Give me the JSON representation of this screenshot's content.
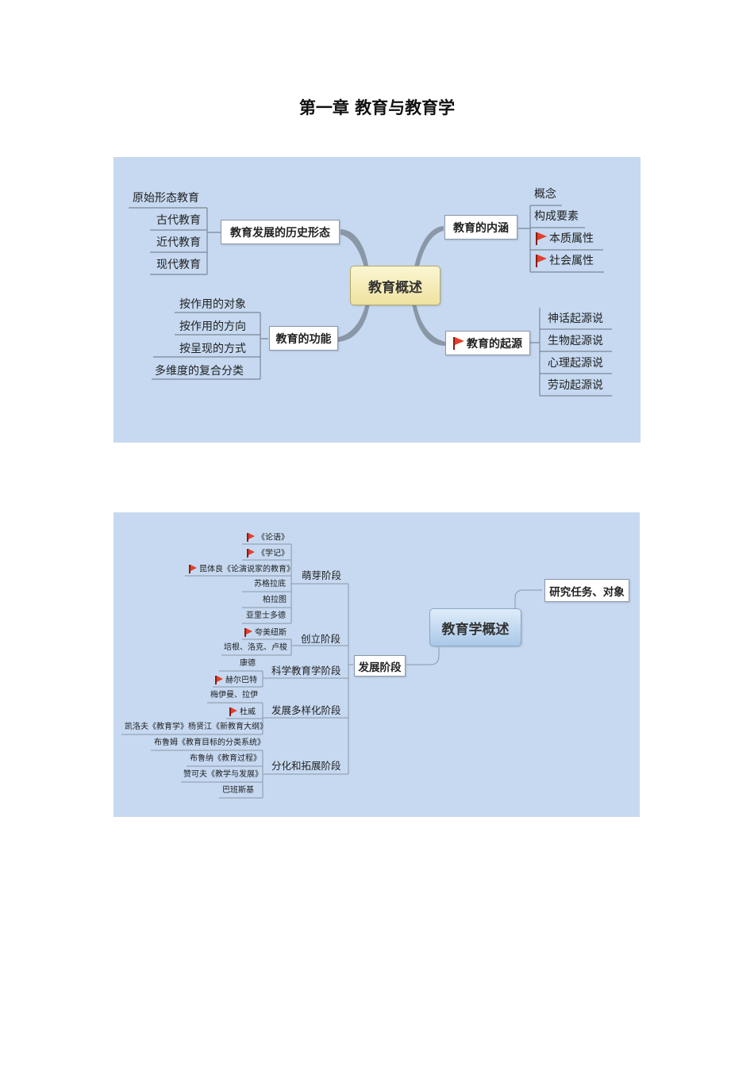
{
  "page": {
    "title": "第一章 教育与教育学"
  },
  "map1": {
    "center": "教育概述",
    "history": {
      "label": "教育发展的历史形态",
      "items": [
        "原始形态教育",
        "古代教育",
        "近代教育",
        "现代教育"
      ]
    },
    "function": {
      "label": "教育的功能",
      "items": [
        "按作用的对象",
        "按作用的方向",
        "按呈现的方式",
        "多维度的复合分类"
      ]
    },
    "connotation": {
      "label": "教育的内涵",
      "items": [
        "概念",
        "构成要素",
        "本质属性",
        "社会属性"
      ]
    },
    "origin": {
      "label": "教育的起源",
      "items": [
        "神话起源说",
        "生物起源说",
        "心理起源说",
        "劳动起源说"
      ]
    }
  },
  "map2": {
    "center": "教育学概述",
    "task": "研究任务、对象",
    "stages_label": "发展阶段",
    "budding": {
      "label": "萌芽阶段",
      "items": [
        "《论语》",
        "《学记》",
        "昆体良《论演说家的教育》",
        "苏格拉底",
        "柏拉图",
        "亚里士多德"
      ]
    },
    "founding": {
      "label": "创立阶段",
      "items": [
        "夸美纽斯",
        "培根、洛克、卢梭"
      ]
    },
    "scientific": {
      "label": "科学教育学阶段",
      "items": [
        "康德",
        "赫尔巴特"
      ]
    },
    "diverse": {
      "label": "发展多样化阶段",
      "items": [
        "梅伊曼、拉伊",
        "杜威",
        "凯洛夫《教育学》杨贤江《新教育大纲》"
      ]
    },
    "divide": {
      "label": "分化和拓展阶段",
      "items": [
        "布鲁姆《教育目标的分类系统》",
        "布鲁纳《教育过程》",
        "赞可夫《教学与发展》",
        "巴班斯基"
      ]
    }
  }
}
